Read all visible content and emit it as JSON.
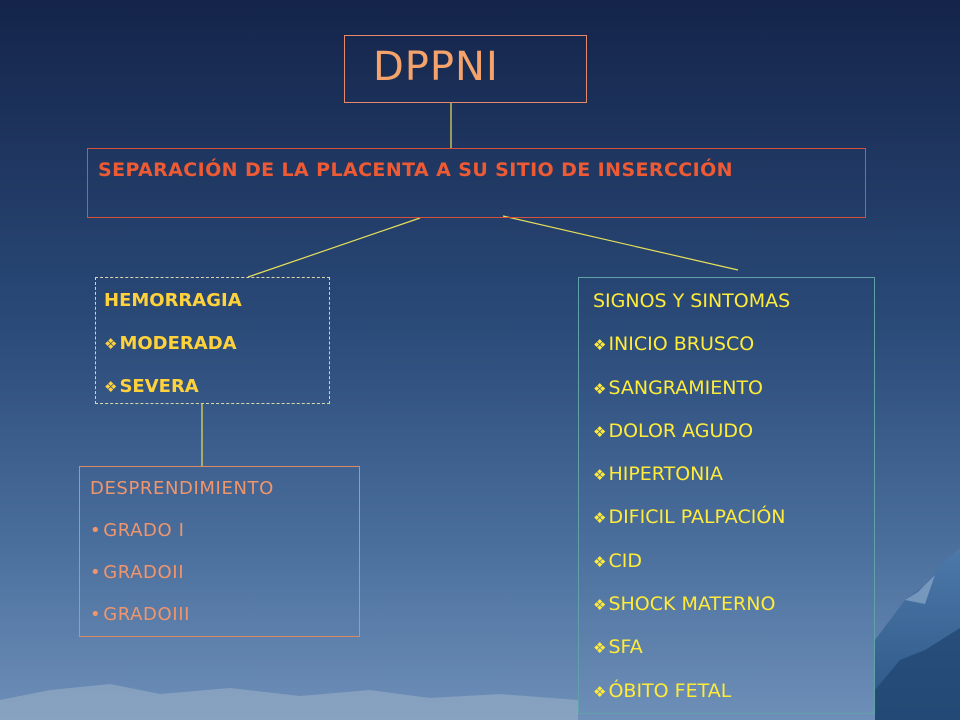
{
  "title": "DPPNI",
  "definition": "SEPARACIÓN DE LA PLACENTA A SU SITIO DE INSERCCIÓN",
  "hemorrhage": {
    "header": "HEMORRAGIA",
    "items": [
      "MODERADA",
      "SEVERA"
    ]
  },
  "detachment": {
    "header": "DESPRENDIMIENTO",
    "items": [
      "GRADO I",
      "GRADOII",
      "GRADOIII"
    ]
  },
  "signs": {
    "header": "SIGNOS Y SINTOMAS",
    "items": [
      "INICIO BRUSCO",
      "SANGRAMIENTO",
      "DOLOR AGUDO",
      "HIPERTONIA",
      "DIFICIL PALPACIÓN",
      "CID",
      "SHOCK MATERNO",
      "SFA",
      "ÓBITO FETAL"
    ]
  },
  "colors": {
    "title": "#f5a36a",
    "definition": "#ee5a33",
    "hemorrhage": "#ffd23c",
    "detachment": "#f0956c",
    "signs": "#ffeb3a",
    "connector": "#e8e05a"
  },
  "icons": {
    "list_bullet": "diamond-bullet-icon",
    "round_bullet": "round-bullet-icon"
  }
}
